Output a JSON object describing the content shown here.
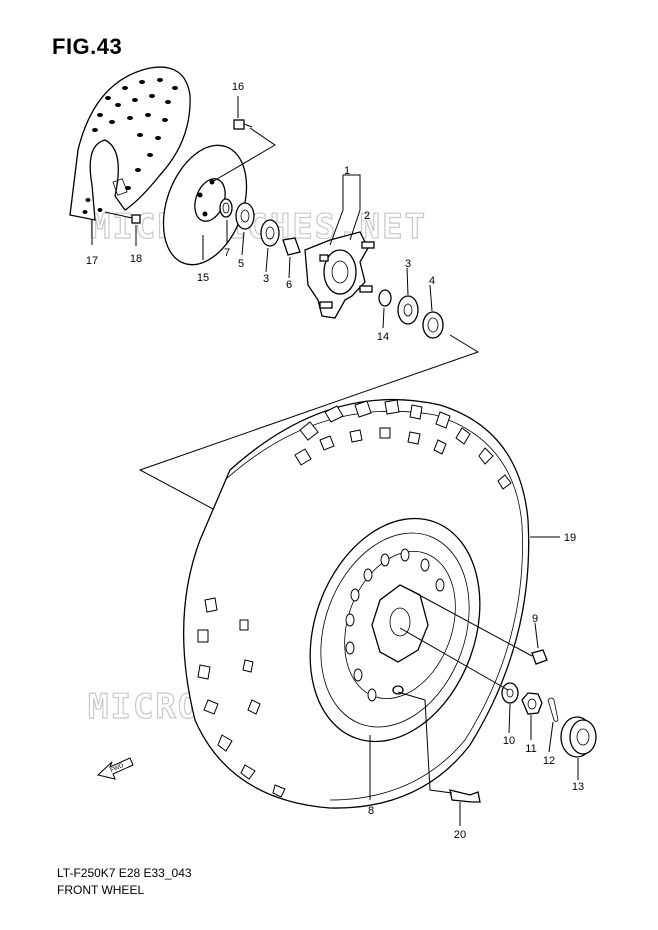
{
  "figure": {
    "title": "FIG.43",
    "footer_model": "LT-F250K7 E28 E33_043",
    "footer_name": "FRONT WHEEL",
    "watermark": "MICROFICHES.NET",
    "fwd_label": "FWD"
  },
  "callouts": [
    {
      "id": "c1",
      "text": "1"
    },
    {
      "id": "c2",
      "text": "2"
    },
    {
      "id": "c3a",
      "text": "3"
    },
    {
      "id": "c3b",
      "text": "3"
    },
    {
      "id": "c4",
      "text": "4"
    },
    {
      "id": "c5",
      "text": "5"
    },
    {
      "id": "c6",
      "text": "6"
    },
    {
      "id": "c7",
      "text": "7"
    },
    {
      "id": "c8",
      "text": "8"
    },
    {
      "id": "c9",
      "text": "9"
    },
    {
      "id": "c10",
      "text": "10"
    },
    {
      "id": "c11",
      "text": "11"
    },
    {
      "id": "c12",
      "text": "12"
    },
    {
      "id": "c13",
      "text": "13"
    },
    {
      "id": "c14",
      "text": "14"
    },
    {
      "id": "c15",
      "text": "15"
    },
    {
      "id": "c16",
      "text": "16"
    },
    {
      "id": "c17",
      "text": "17"
    },
    {
      "id": "c18",
      "text": "18"
    },
    {
      "id": "c19",
      "text": "19"
    },
    {
      "id": "c20",
      "text": "20"
    }
  ]
}
